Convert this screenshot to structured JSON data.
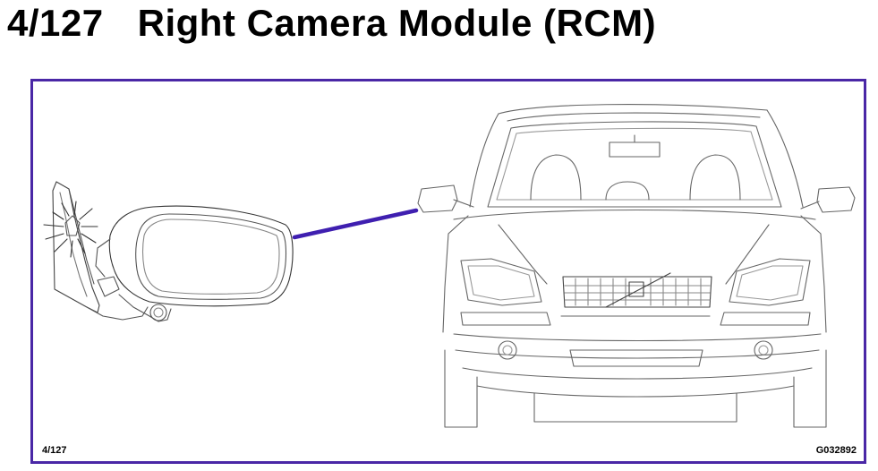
{
  "header": {
    "code": "4/127",
    "title": "Right Camera Module (RCM)"
  },
  "diagram": {
    "label_left": "4/127",
    "label_right": "G032892",
    "frame_color": "#4a27a6",
    "leader_color": "#3f1fb0",
    "components": [
      "mirror-detail",
      "camera-flash",
      "car-front-view",
      "leader-line"
    ]
  }
}
